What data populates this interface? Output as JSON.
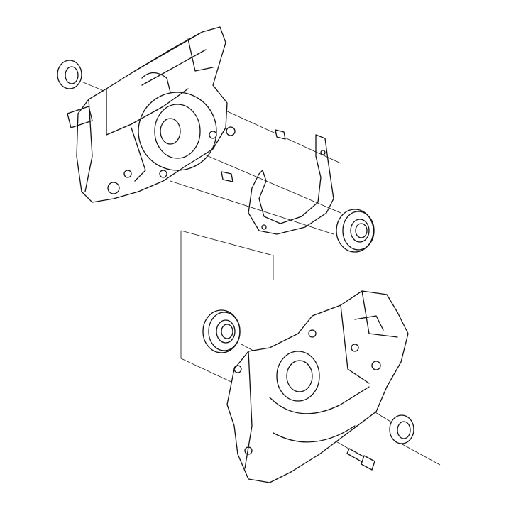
{
  "diagram": {
    "type": "exploded-parts-view",
    "line_color": "#111111",
    "background": "#ffffff",
    "parts": [
      "crankcase-upper-half",
      "oil-seal-left",
      "dowel-pin",
      "dowel-pin",
      "gasket",
      "ball-bearing-right",
      "ball-bearing-left",
      "crankcase-lower-half",
      "oil-seal-right",
      "screw"
    ]
  }
}
